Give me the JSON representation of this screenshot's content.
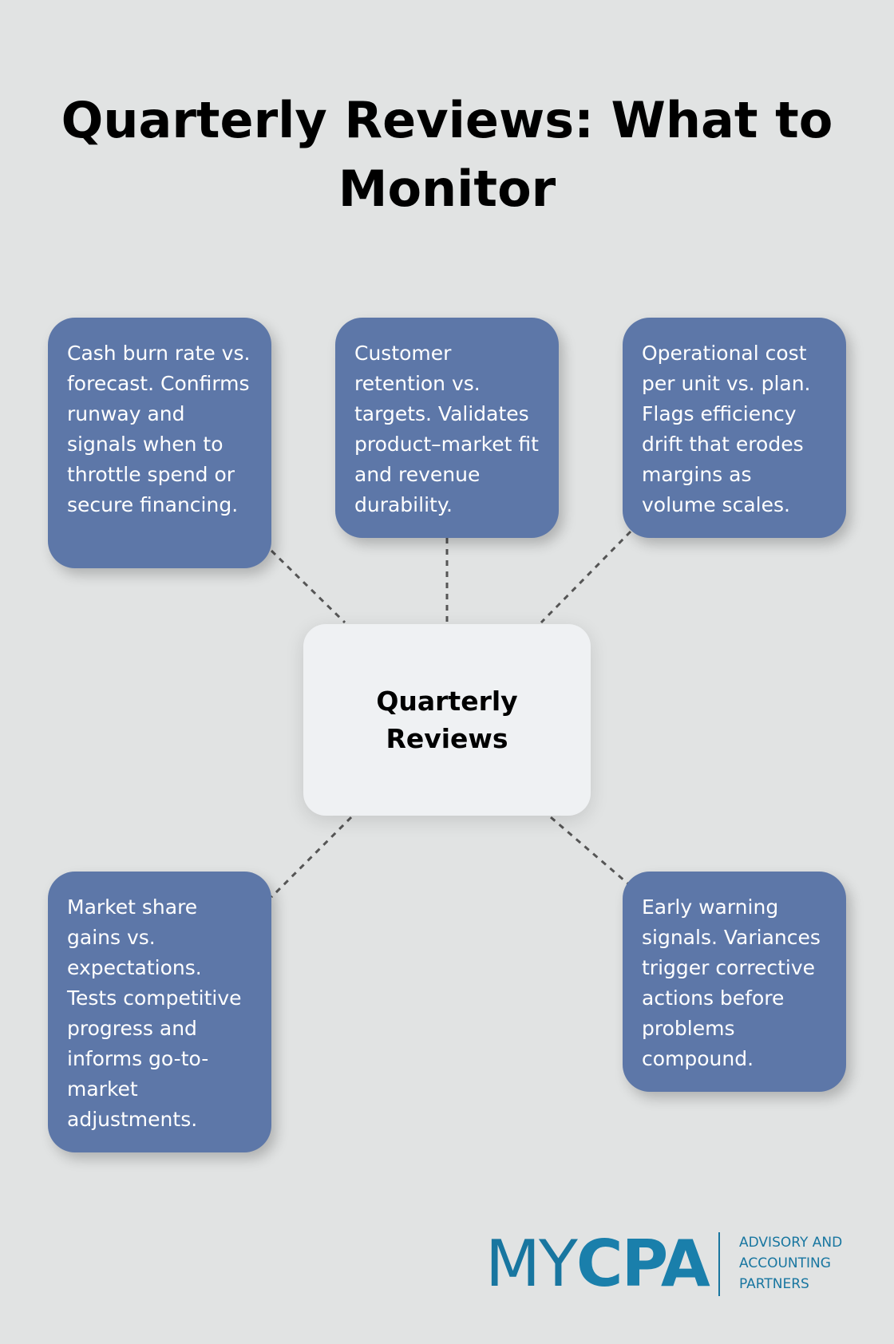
{
  "title": "Quarterly Reviews: What to Monitor",
  "center": {
    "label": "Quarterly Reviews"
  },
  "cards": [
    {
      "text": "Cash burn rate vs. forecast. Confirms runway and signals when to throttle spend or secure financing."
    },
    {
      "text": "Customer retention vs. targets. Validates product–market fit and revenue durability."
    },
    {
      "text": "Operational cost per unit vs. plan. Flags efficiency drift that erodes margins as volume scales."
    },
    {
      "text": "Market share gains vs. expectations. Tests competitive progress and informs go-to-market adjustments."
    },
    {
      "text": "Early warning signals. Variances trigger corrective actions before problems compound."
    }
  ],
  "logo": {
    "word_thin": "MY",
    "word_bold": "CPA",
    "tagline": "ADVISORY AND ACCOUNTING PARTNERS"
  },
  "colors": {
    "background": "#e1e3e3",
    "card": "#5d77a8",
    "center": "#eff1f3",
    "brand": "#1876a0"
  }
}
